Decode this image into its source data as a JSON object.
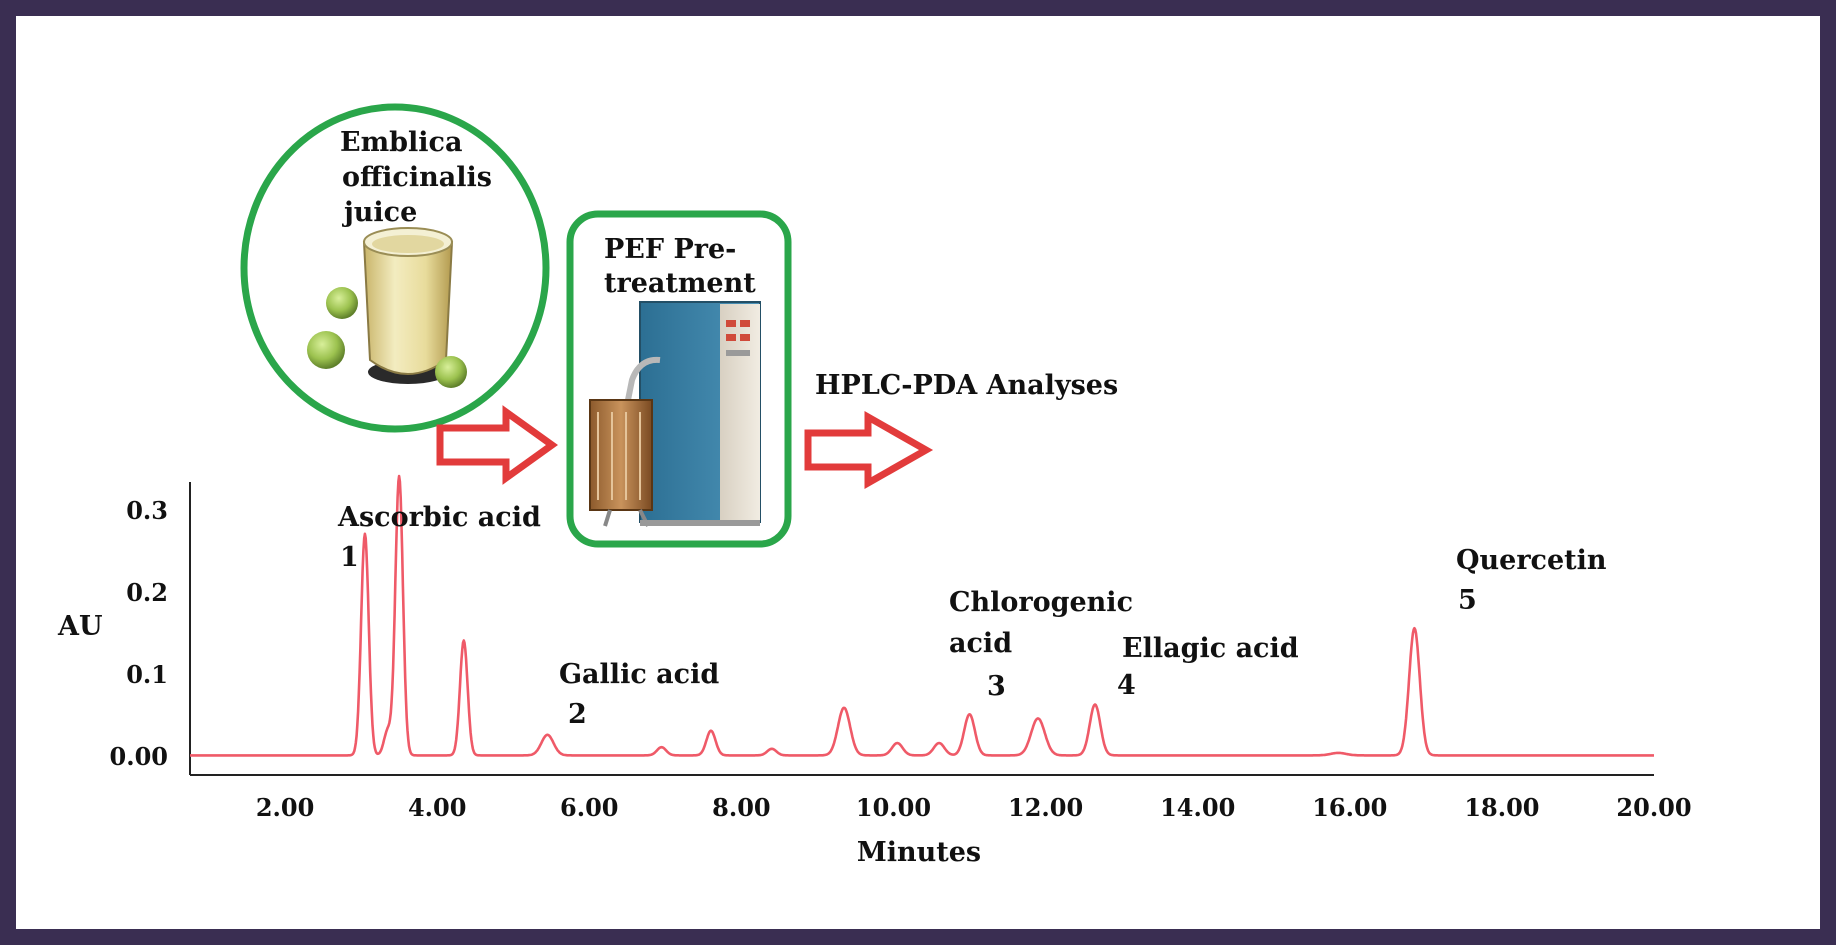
{
  "diagram": {
    "steps": {
      "juice_label_lines": [
        "Emblica",
        "officinalis",
        "juice"
      ],
      "pef_label_lines": [
        "PEF Pre-",
        "treatment"
      ],
      "analysis_label": "HPLC-PDA Analyses"
    },
    "colors": {
      "frame": "#3a2e52",
      "step_outline": "#2aa64a",
      "arrow": "#e23b3b",
      "trace": "#ef5a68",
      "axis": "#222222"
    }
  },
  "chart_data": {
    "type": "line",
    "xlabel": "Minutes",
    "ylabel": "AU",
    "xlim": [
      0.75,
      20.0
    ],
    "ylim": [
      0.0,
      0.34
    ],
    "x_ticks": [
      "2.00",
      "4.00",
      "6.00",
      "8.00",
      "10.00",
      "12.00",
      "14.00",
      "16.00",
      "18.00",
      "20.00"
    ],
    "y_ticks": [
      "0.00",
      "0.1",
      "0.2",
      "0.3"
    ],
    "baseline": 0.002,
    "peaks": [
      {
        "x": 3.05,
        "y": 0.27,
        "w": 0.05
      },
      {
        "x": 3.35,
        "y": 0.03,
        "w": 0.05
      },
      {
        "x": 3.5,
        "y": 0.34,
        "w": 0.05
      },
      {
        "x": 4.35,
        "y": 0.14,
        "w": 0.05
      },
      {
        "x": 5.45,
        "y": 0.025,
        "w": 0.08
      },
      {
        "x": 6.95,
        "y": 0.01,
        "w": 0.06
      },
      {
        "x": 7.6,
        "y": 0.03,
        "w": 0.06
      },
      {
        "x": 8.4,
        "y": 0.008,
        "w": 0.06
      },
      {
        "x": 9.35,
        "y": 0.058,
        "w": 0.08
      },
      {
        "x": 10.05,
        "y": 0.015,
        "w": 0.07
      },
      {
        "x": 10.6,
        "y": 0.015,
        "w": 0.07
      },
      {
        "x": 11.0,
        "y": 0.05,
        "w": 0.07
      },
      {
        "x": 11.9,
        "y": 0.045,
        "w": 0.09
      },
      {
        "x": 12.65,
        "y": 0.062,
        "w": 0.07
      },
      {
        "x": 15.85,
        "y": 0.003,
        "w": 0.1
      },
      {
        "x": 16.85,
        "y": 0.155,
        "w": 0.07
      }
    ],
    "annotations": [
      {
        "name": "Ascorbic acid",
        "number": "1",
        "x": 3.05
      },
      {
        "name": "Gallic acid",
        "number": "2",
        "x": 5.45
      },
      {
        "name": "Chlorogenic acid",
        "number": "3",
        "x": 11.0
      },
      {
        "name": "Ellagic acid",
        "number": "4",
        "x": 12.65
      },
      {
        "name": "Quercetin",
        "number": "5",
        "x": 16.85
      }
    ]
  }
}
